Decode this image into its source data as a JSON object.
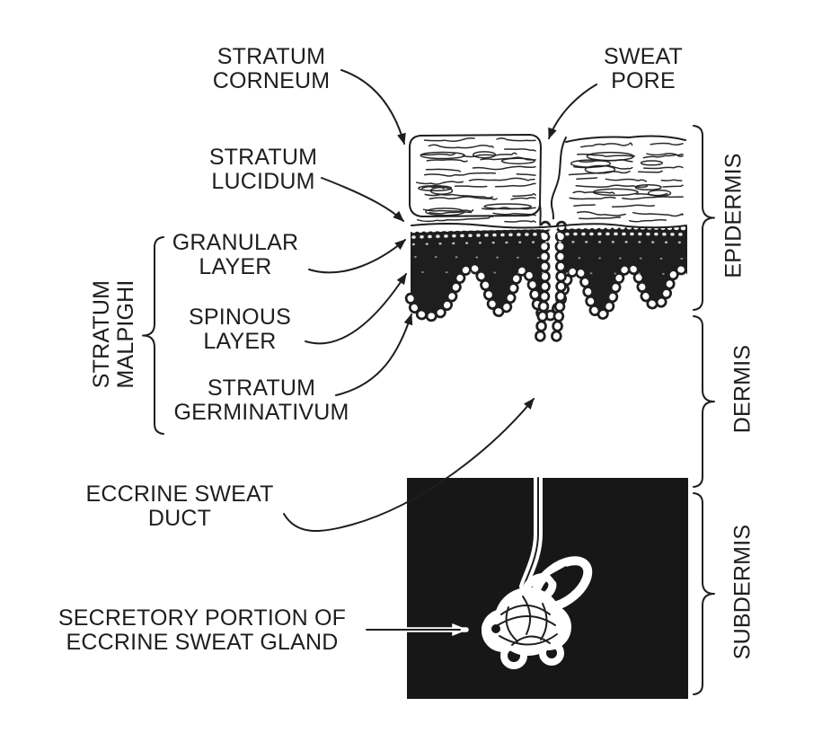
{
  "colors": {
    "ink": "#1e1e1e",
    "paper": "#ffffff",
    "subdermis_fill": "#171717",
    "gland_tube": "#ffffff"
  },
  "figure": {
    "left_labels": [
      {
        "name": "stratum-corneum",
        "text": "STRATUM\nCORNEUM"
      },
      {
        "name": "stratum-lucidum",
        "text": "STRATUM\nLUCIDUM"
      },
      {
        "name": "granular-layer",
        "text": "GRANULAR\nLAYER"
      },
      {
        "name": "spinous-layer",
        "text": "SPINOUS\nLAYER"
      },
      {
        "name": "stratum-germinativum",
        "text": "STRATUM\nGERMINATIVUM"
      },
      {
        "name": "eccrine-sweat-duct",
        "text": "ECCRINE SWEAT\nDUCT"
      },
      {
        "name": "secretory-portion",
        "text": "SECRETORY PORTION OF\nECCRINE SWEAT GLAND"
      }
    ],
    "group_label_left": {
      "text": "STRATUM\nMALPIGHI"
    },
    "pore_label": {
      "text": "SWEAT\nPORE"
    },
    "right_labels": [
      {
        "name": "epidermis",
        "text": "EPIDERMIS"
      },
      {
        "name": "dermis",
        "text": "DERMIS"
      },
      {
        "name": "subdermis",
        "text": "SUBDERMIS"
      }
    ]
  }
}
